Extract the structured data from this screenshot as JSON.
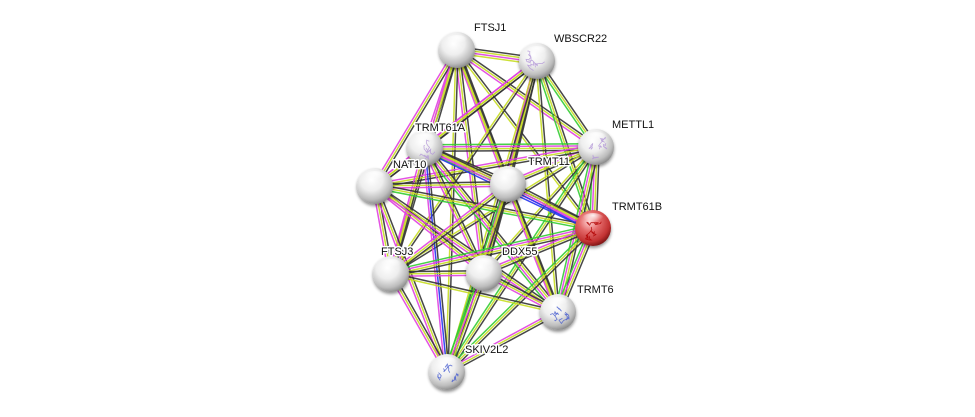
{
  "diagram": {
    "type": "protein-interaction-network",
    "edge_colors": {
      "black": "#333333",
      "yellow_green": "#c6dd22",
      "magenta": "#e040e0",
      "green": "#33cc33",
      "blue": "#2233ee"
    },
    "query_node_color": "#d9383a",
    "default_node_color": "#e8e8e8",
    "nodes": [
      {
        "id": "FTSJ1",
        "label": "FTSJ1",
        "query": false,
        "structure": false
      },
      {
        "id": "WBSCR22",
        "label": "WBSCR22",
        "query": false,
        "structure": true,
        "structure_color": "#b59ad8"
      },
      {
        "id": "METTL1",
        "label": "METTL1",
        "query": false,
        "structure": true,
        "structure_color": "#b59ad8"
      },
      {
        "id": "TRMT61A",
        "label": "TRMT61A",
        "query": false,
        "structure": true,
        "structure_color": "#b59ad8"
      },
      {
        "id": "NAT10",
        "label": "NAT10",
        "query": false,
        "structure": false
      },
      {
        "id": "TRMT11",
        "label": "TRMT11",
        "query": false,
        "structure": false
      },
      {
        "id": "TRMT61B",
        "label": "TRMT61B",
        "query": true,
        "structure": true,
        "structure_color": "#b00000"
      },
      {
        "id": "FTSJ3",
        "label": "FTSJ3",
        "query": false,
        "structure": false
      },
      {
        "id": "DDX55",
        "label": "DDX55",
        "query": false,
        "structure": false
      },
      {
        "id": "TRMT6",
        "label": "TRMT6",
        "query": false,
        "structure": true,
        "structure_color": "#4a5fd0"
      },
      {
        "id": "SKIV2L2",
        "label": "SKIV2L2",
        "query": false,
        "structure": true,
        "structure_color": "#4a5fd0"
      }
    ],
    "edges": [
      {
        "source": "FTSJ1",
        "target": "WBSCR22",
        "channels": [
          "black",
          "yellow_green",
          "magenta",
          "yellow_green"
        ]
      },
      {
        "source": "FTSJ1",
        "target": "TRMT61A",
        "channels": [
          "black",
          "yellow_green",
          "magenta"
        ]
      },
      {
        "source": "FTSJ1",
        "target": "NAT10",
        "channels": [
          "black",
          "yellow_green",
          "magenta"
        ]
      },
      {
        "source": "FTSJ1",
        "target": "TRMT11",
        "channels": [
          "black",
          "yellow_green",
          "magenta"
        ]
      },
      {
        "source": "FTSJ1",
        "target": "METTL1",
        "channels": [
          "black",
          "yellow_green",
          "magenta"
        ]
      },
      {
        "source": "FTSJ1",
        "target": "TRMT61B",
        "channels": [
          "black",
          "yellow_green"
        ]
      },
      {
        "source": "FTSJ1",
        "target": "FTSJ3",
        "channels": [
          "black",
          "yellow_green",
          "magenta"
        ]
      },
      {
        "source": "FTSJ1",
        "target": "DDX55",
        "channels": [
          "black",
          "yellow_green",
          "magenta"
        ]
      },
      {
        "source": "FTSJ1",
        "target": "SKIV2L2",
        "channels": [
          "black",
          "yellow_green"
        ]
      },
      {
        "source": "FTSJ1",
        "target": "TRMT6",
        "channels": [
          "black",
          "yellow_green"
        ]
      },
      {
        "source": "WBSCR22",
        "target": "METTL1",
        "channels": [
          "black",
          "yellow_green",
          "green"
        ]
      },
      {
        "source": "WBSCR22",
        "target": "TRMT61A",
        "channels": [
          "black",
          "yellow_green",
          "magenta"
        ]
      },
      {
        "source": "WBSCR22",
        "target": "NAT10",
        "channels": [
          "black",
          "yellow_green",
          "magenta"
        ]
      },
      {
        "source": "WBSCR22",
        "target": "TRMT11",
        "channels": [
          "black",
          "yellow_green",
          "magenta"
        ]
      },
      {
        "source": "WBSCR22",
        "target": "TRMT61B",
        "channels": [
          "black",
          "yellow_green",
          "green"
        ]
      },
      {
        "source": "WBSCR22",
        "target": "FTSJ3",
        "channels": [
          "black",
          "yellow_green"
        ]
      },
      {
        "source": "WBSCR22",
        "target": "DDX55",
        "channels": [
          "black",
          "yellow_green",
          "magenta"
        ]
      },
      {
        "source": "WBSCR22",
        "target": "TRMT6",
        "channels": [
          "black",
          "yellow_green"
        ]
      },
      {
        "source": "WBSCR22",
        "target": "SKIV2L2",
        "channels": [
          "black",
          "yellow_green"
        ]
      },
      {
        "source": "METTL1",
        "target": "TRMT61B",
        "channels": [
          "black",
          "yellow_green",
          "magenta",
          "green"
        ]
      },
      {
        "source": "METTL1",
        "target": "TRMT61A",
        "channels": [
          "black",
          "yellow_green",
          "magenta",
          "green"
        ]
      },
      {
        "source": "METTL1",
        "target": "TRMT11",
        "channels": [
          "black",
          "yellow_green",
          "magenta"
        ]
      },
      {
        "source": "METTL1",
        "target": "TRMT6",
        "channels": [
          "black",
          "yellow_green",
          "magenta",
          "green"
        ]
      },
      {
        "source": "METTL1",
        "target": "NAT10",
        "channels": [
          "black",
          "yellow_green",
          "magenta"
        ]
      },
      {
        "source": "METTL1",
        "target": "DDX55",
        "channels": [
          "black",
          "yellow_green"
        ]
      },
      {
        "source": "METTL1",
        "target": "FTSJ3",
        "channels": [
          "black",
          "yellow_green"
        ]
      },
      {
        "source": "METTL1",
        "target": "SKIV2L2",
        "channels": [
          "black",
          "yellow_green",
          "green"
        ]
      },
      {
        "source": "TRMT61A",
        "target": "NAT10",
        "channels": [
          "black",
          "yellow_green",
          "magenta"
        ]
      },
      {
        "source": "TRMT61A",
        "target": "TRMT11",
        "channels": [
          "black",
          "yellow_green",
          "magenta",
          "green"
        ]
      },
      {
        "source": "TRMT61A",
        "target": "TRMT61B",
        "channels": [
          "black",
          "yellow_green",
          "magenta",
          "blue"
        ]
      },
      {
        "source": "TRMT61A",
        "target": "TRMT6",
        "channels": [
          "black",
          "yellow_green",
          "magenta",
          "green"
        ]
      },
      {
        "source": "TRMT61A",
        "target": "FTSJ3",
        "channels": [
          "black",
          "yellow_green",
          "magenta"
        ]
      },
      {
        "source": "TRMT61A",
        "target": "DDX55",
        "channels": [
          "black",
          "yellow_green",
          "magenta"
        ]
      },
      {
        "source": "TRMT61A",
        "target": "SKIV2L2",
        "channels": [
          "black",
          "blue",
          "magenta"
        ]
      },
      {
        "source": "NAT10",
        "target": "TRMT11",
        "channels": [
          "black",
          "yellow_green",
          "magenta"
        ]
      },
      {
        "source": "NAT10",
        "target": "TRMT61B",
        "channels": [
          "black",
          "yellow_green",
          "green"
        ]
      },
      {
        "source": "NAT10",
        "target": "FTSJ3",
        "channels": [
          "black",
          "yellow_green",
          "magenta"
        ]
      },
      {
        "source": "NAT10",
        "target": "DDX55",
        "channels": [
          "black",
          "yellow_green",
          "magenta"
        ]
      },
      {
        "source": "NAT10",
        "target": "TRMT6",
        "channels": [
          "black",
          "yellow_green",
          "magenta"
        ]
      },
      {
        "source": "NAT10",
        "target": "SKIV2L2",
        "channels": [
          "black",
          "yellow_green",
          "magenta"
        ]
      },
      {
        "source": "TRMT11",
        "target": "TRMT61B",
        "channels": [
          "black",
          "yellow_green",
          "magenta",
          "blue"
        ]
      },
      {
        "source": "TRMT11",
        "target": "FTSJ3",
        "channels": [
          "black",
          "yellow_green",
          "magenta"
        ]
      },
      {
        "source": "TRMT11",
        "target": "DDX55",
        "channels": [
          "black",
          "yellow_green",
          "magenta"
        ]
      },
      {
        "source": "TRMT11",
        "target": "TRMT6",
        "channels": [
          "black",
          "yellow_green",
          "magenta"
        ]
      },
      {
        "source": "TRMT11",
        "target": "SKIV2L2",
        "channels": [
          "black",
          "yellow_green",
          "green"
        ]
      },
      {
        "source": "TRMT61B",
        "target": "FTSJ3",
        "channels": [
          "black",
          "yellow_green",
          "magenta",
          "green"
        ]
      },
      {
        "source": "TRMT61B",
        "target": "DDX55",
        "channels": [
          "black",
          "yellow_green",
          "magenta"
        ]
      },
      {
        "source": "TRMT61B",
        "target": "TRMT6",
        "channels": [
          "black",
          "yellow_green",
          "magenta",
          "green"
        ]
      },
      {
        "source": "TRMT61B",
        "target": "SKIV2L2",
        "channels": [
          "black",
          "yellow_green",
          "green"
        ]
      },
      {
        "source": "FTSJ3",
        "target": "DDX55",
        "channels": [
          "black",
          "yellow_green",
          "magenta"
        ]
      },
      {
        "source": "FTSJ3",
        "target": "TRMT6",
        "channels": [
          "black",
          "yellow_green"
        ]
      },
      {
        "source": "FTSJ3",
        "target": "SKIV2L2",
        "channels": [
          "black",
          "yellow_green",
          "magenta"
        ]
      },
      {
        "source": "DDX55",
        "target": "TRMT6",
        "channels": [
          "black",
          "yellow_green",
          "magenta"
        ]
      },
      {
        "source": "DDX55",
        "target": "SKIV2L2",
        "channels": [
          "black",
          "yellow_green",
          "magenta",
          "green"
        ]
      },
      {
        "source": "TRMT6",
        "target": "SKIV2L2",
        "channels": [
          "black",
          "yellow_green",
          "magenta"
        ]
      }
    ]
  }
}
